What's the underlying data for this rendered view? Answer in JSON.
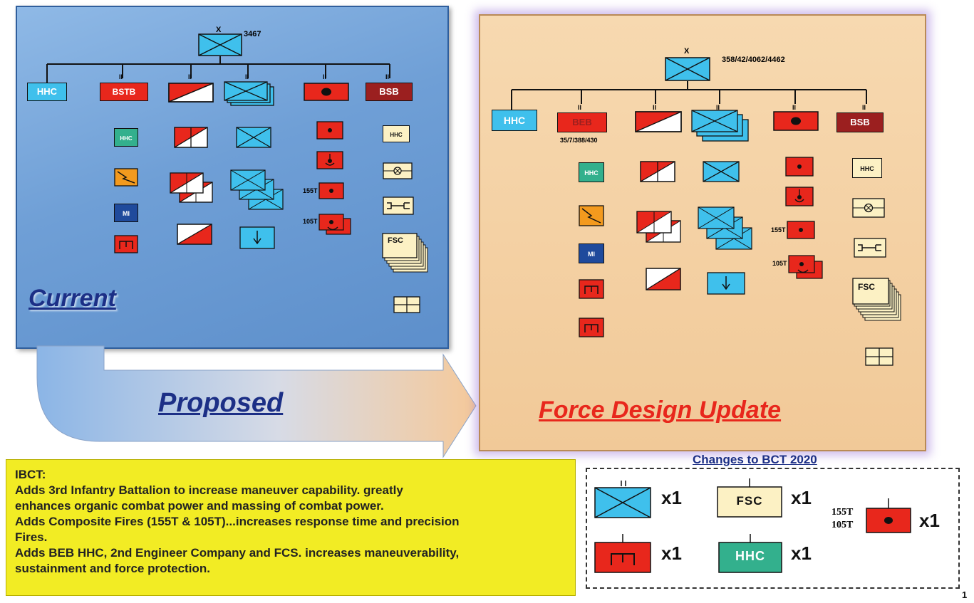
{
  "current": {
    "title": "Current",
    "bde_number": "3467",
    "bde_echelon": "X",
    "battalions": {
      "hhc": "HHC",
      "bstb": "BSTB",
      "bsb": "BSB"
    },
    "bstb_sub": [
      "HHC",
      "MI"
    ],
    "fires_sub": [
      "155T",
      "105T"
    ],
    "bsb_sub": [
      "HHC",
      "FSC"
    ],
    "echelon_mark": "II",
    "company_mark": "I"
  },
  "proposed": {
    "label": "Proposed"
  },
  "fdu": {
    "title": "Force Design Update",
    "bde_number": "358/42/4062/4462",
    "bde_echelon": "X",
    "battalions": {
      "hhc": "HHC",
      "beb": "BEB",
      "bsb": "BSB"
    },
    "beb_number": "35/7/388/430",
    "beb_sub": [
      "HHC",
      "MI"
    ],
    "fires_sub": [
      "155T",
      "105T"
    ],
    "bsb_sub": [
      "HHC",
      "FSC"
    ]
  },
  "ibct": {
    "lines": [
      "IBCT:",
      "Adds 3rd Infantry Battalion to increase maneuver capability. greatly",
      "enhances organic combat power and massing of combat power.",
      "Adds Composite Fires (155T & 105T)...increases response time and precision",
      "Fires.",
      "Adds BEB HHC, 2nd  Engineer Company and FCS. increases maneuverability,",
      "sustainment and force protection."
    ]
  },
  "changes": {
    "title": "Changes to BCT 2020",
    "multiplier": "x1",
    "fsc_label": "FSC",
    "hhc_label": "HHC",
    "fires_155": "155T",
    "fires_105": "105T"
  },
  "page_number": "1",
  "colors": {
    "hhc_blue": "#3fc0ec",
    "red": "#e8271c",
    "dark_red": "#9b1f1f",
    "green": "#33b08d",
    "orange": "#f39a1e",
    "navy": "#1f4a9c",
    "cream": "#fcf1c4",
    "title_blue": "#1c2f86",
    "fdu_red": "#e8271c",
    "yellow": "#f2ec24"
  }
}
